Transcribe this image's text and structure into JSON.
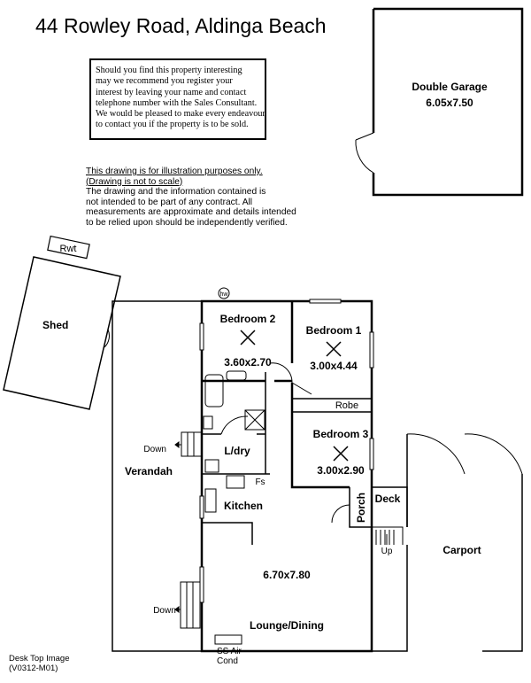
{
  "title": "44 Rowley Road,  Aldinga Beach",
  "notice": {
    "lines": [
      "Should you find this property interesting",
      "may we recommend you register your",
      "interest by leaving your name and contact",
      "telephone number with the Sales Consultant.",
      "We would be pleased to make every endeavour",
      "to contact you if the property is to be sold."
    ]
  },
  "disclaimer": {
    "line1": "This drawing is for illustration purposes only.",
    "line2": "(Drawing is not to scale)",
    "lines": [
      "The drawing and the information contained is",
      "not intended to be part of any contract.  All",
      "measurements are approximate and details intended",
      "to be relied upon should be independently verified."
    ]
  },
  "garage": {
    "name": "Double Garage",
    "size": "6.05x7.50"
  },
  "rooms": {
    "shed": "Shed",
    "rwt": "Rwt",
    "hw": "hw",
    "bedroom2": {
      "name": "Bedroom 2",
      "size": "3.60x2.70"
    },
    "bedroom1": {
      "name": "Bedroom 1",
      "size": "3.00x4.44"
    },
    "robe": "Robe",
    "bedroom3": {
      "name": "Bedroom 3",
      "size": "3.00x2.90"
    },
    "ldry": "L/dry",
    "fs": "Fs",
    "kitchen": "Kitchen",
    "verandah": "Verandah",
    "down1": "Down",
    "down2": "Down",
    "porch": "Porch",
    "deck": "Deck",
    "up": "Up",
    "carport": "Carport",
    "lounge": {
      "name": "Lounge/Dining",
      "size": "6.70x7.80"
    },
    "aircon1": "SS Air",
    "aircon2": "Cond"
  },
  "footer": {
    "line1": "Desk Top Image",
    "line2": "(V0312-M01)"
  }
}
